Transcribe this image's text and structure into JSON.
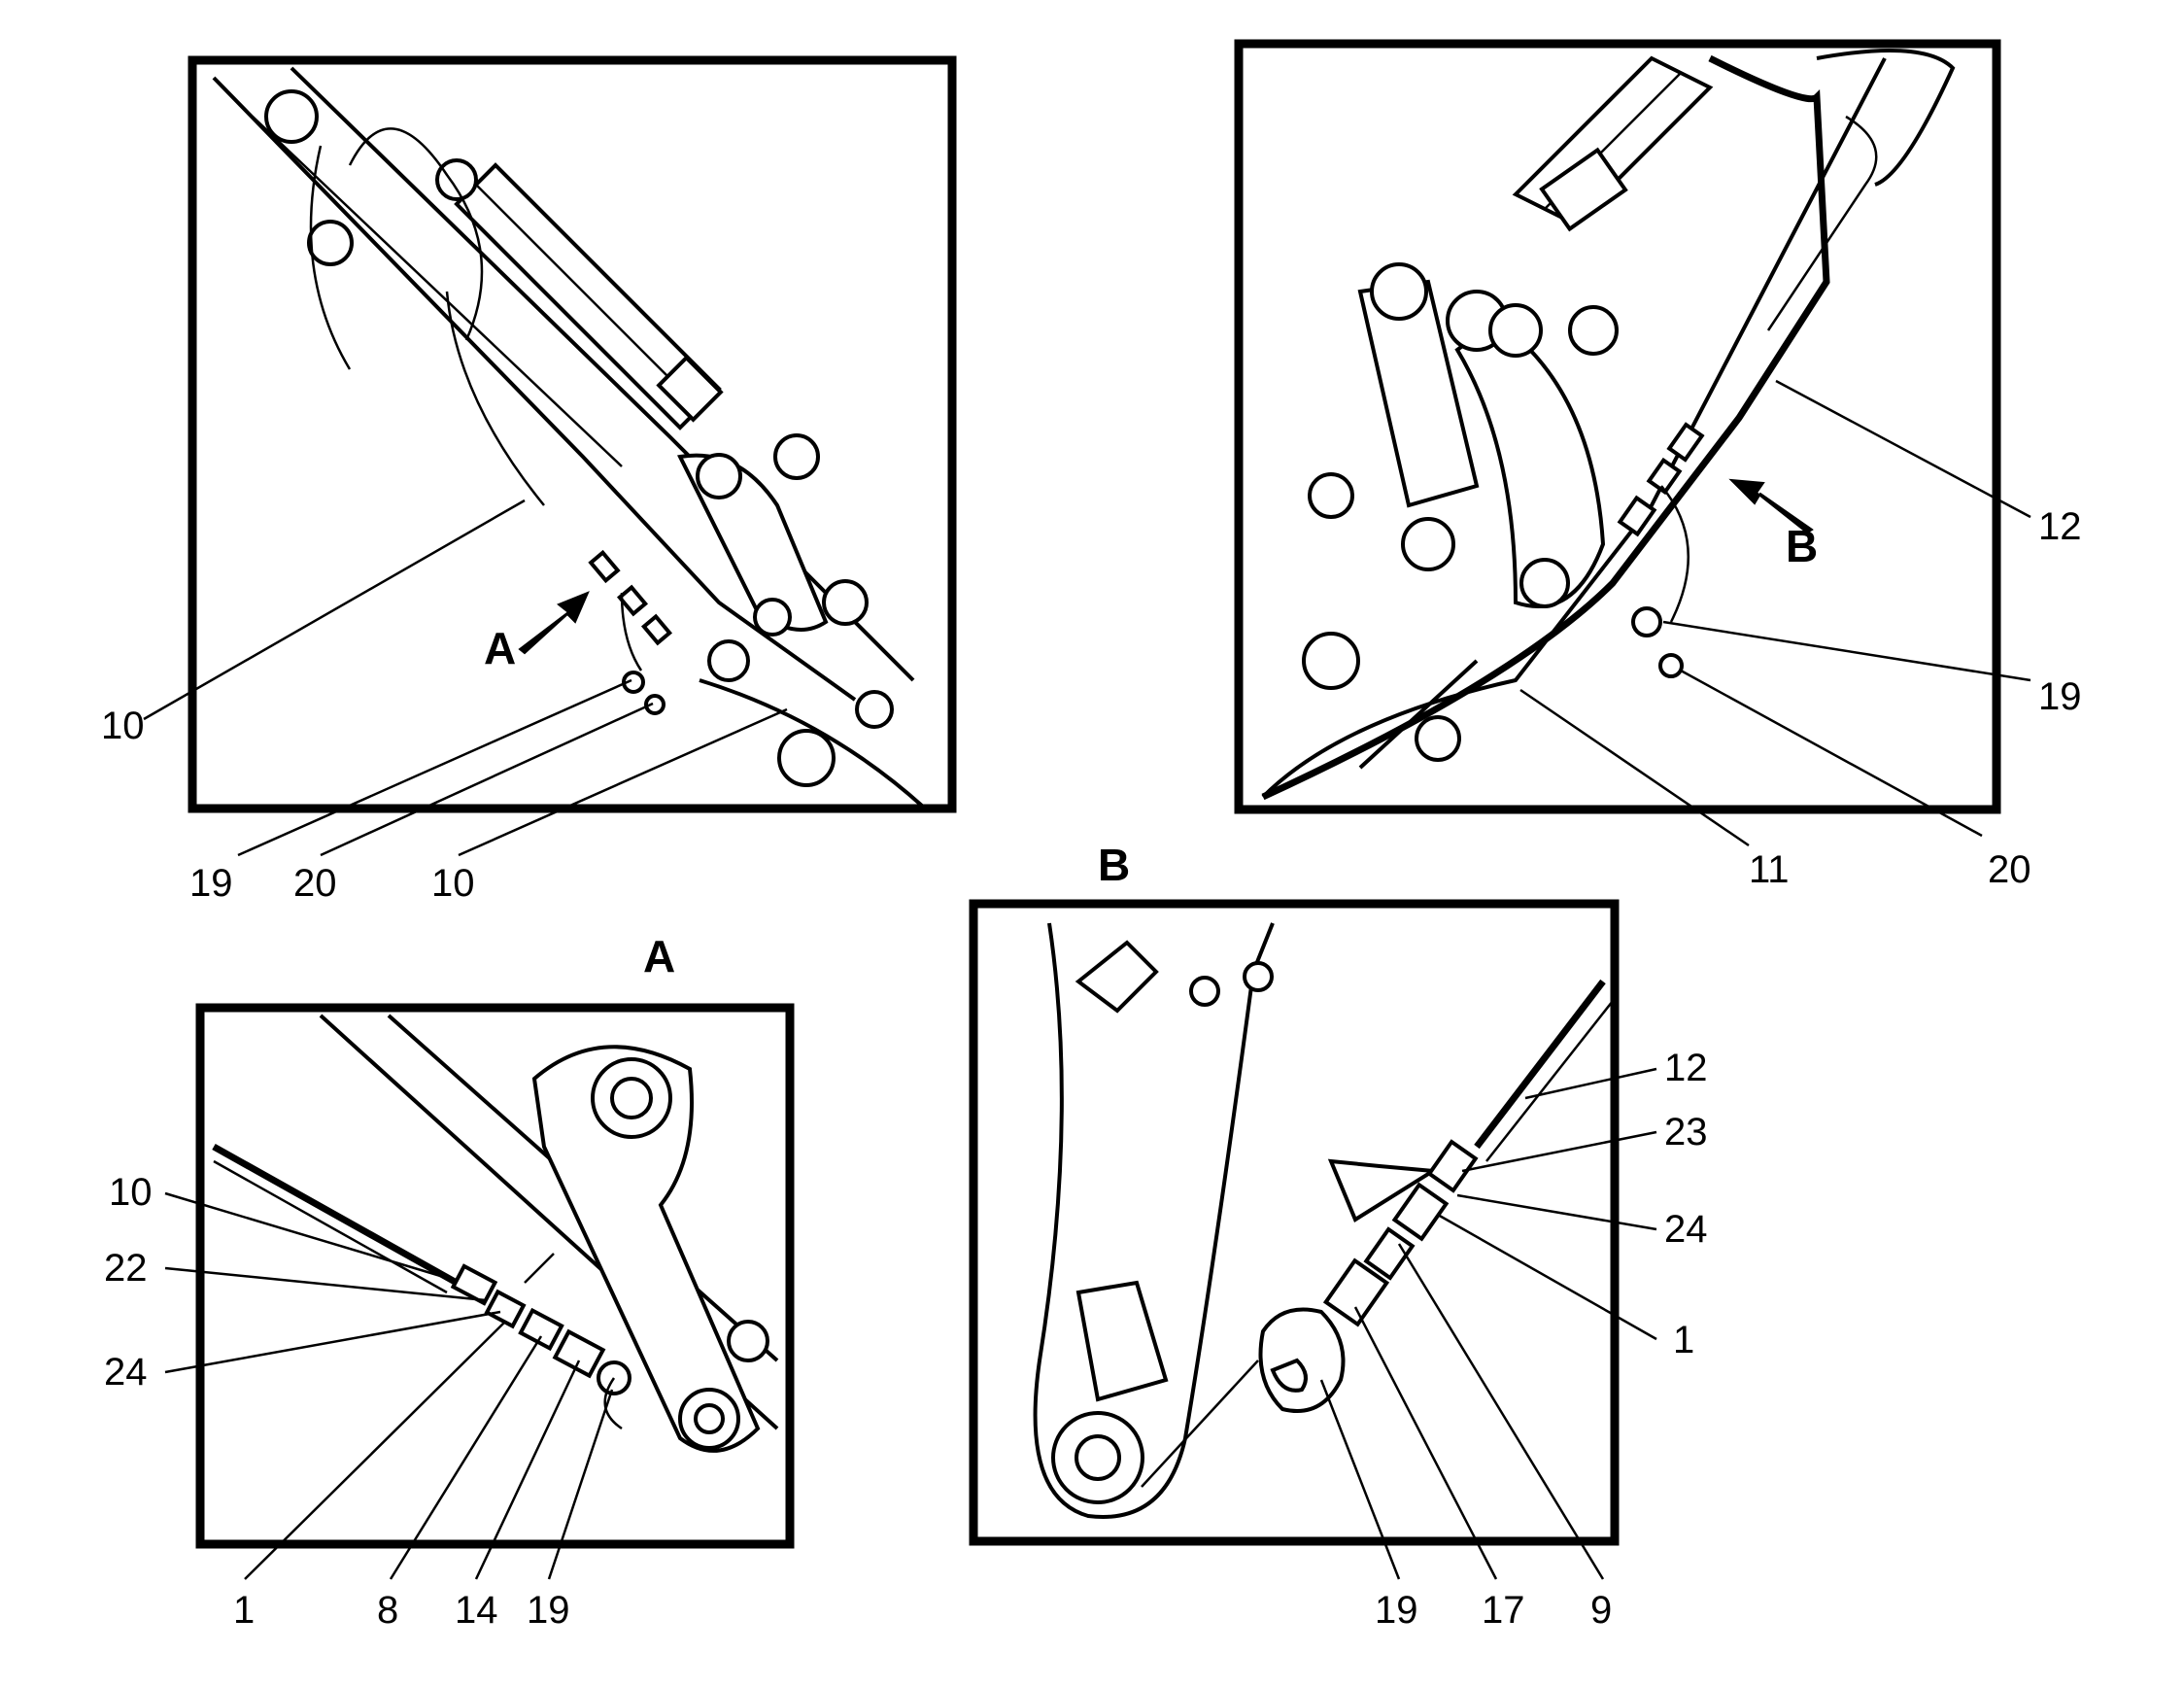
{
  "views": {
    "top_left": {
      "arrow_label": "A",
      "callouts": [
        "10",
        "19",
        "20",
        "10"
      ]
    },
    "top_right": {
      "arrow_label": "B",
      "callouts": [
        "12",
        "19",
        "11",
        "20"
      ]
    },
    "detail_a": {
      "title": "A",
      "callouts": [
        "10",
        "22",
        "24",
        "1",
        "8",
        "14",
        "19"
      ]
    },
    "detail_b": {
      "title": "B",
      "callouts": [
        "12",
        "23",
        "24",
        "1",
        "19",
        "17",
        "9"
      ]
    }
  }
}
